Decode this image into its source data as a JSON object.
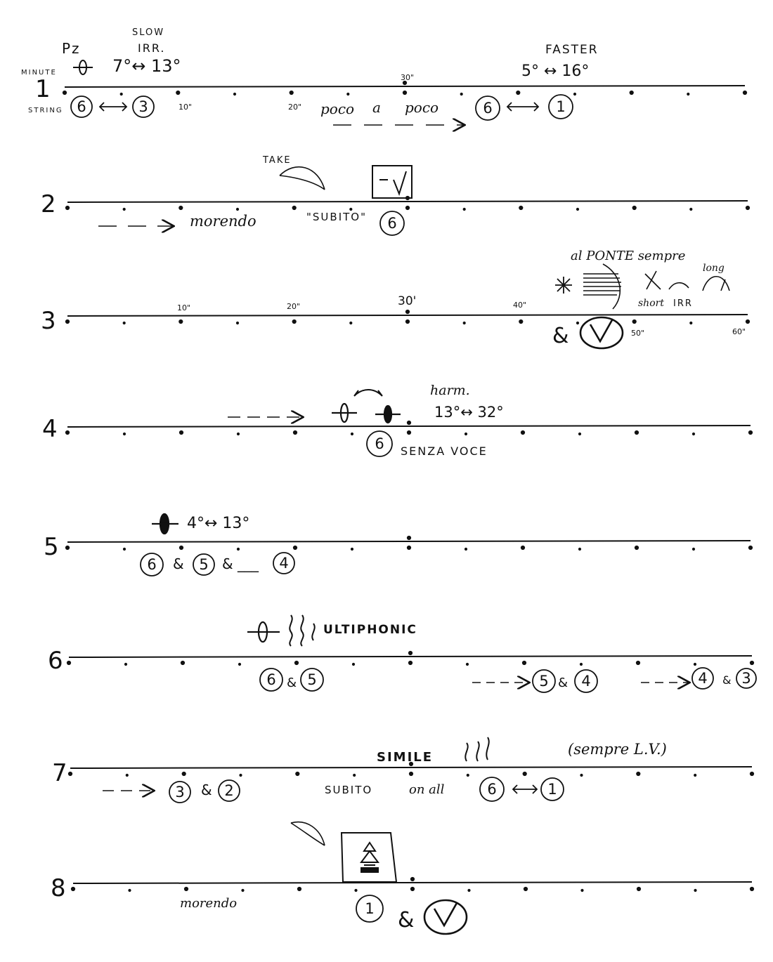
{
  "header": {
    "pz": "Pz",
    "slow": "SLOW",
    "irr": "IRR.",
    "minute": "MINUTE",
    "string": "STRING",
    "range_slow": "7°↔ 13°",
    "faster": "FASTER",
    "range_faster": "5° ↔ 16°"
  },
  "lines": [
    {
      "label": "1"
    },
    {
      "label": "2"
    },
    {
      "label": "3"
    },
    {
      "label": "4"
    },
    {
      "label": "5"
    },
    {
      "label": "6"
    },
    {
      "label": "7"
    },
    {
      "label": "8"
    }
  ],
  "time_marks": {
    "t10": "10\"",
    "t20": "20\"",
    "t30": "30\"",
    "t30b": "30'",
    "t40": "40\"",
    "t50": "50\"",
    "t60": "60\""
  },
  "line1": {
    "s6": "6",
    "s3": "3",
    "poco": "poco",
    "a": "a",
    "poco2": "poco",
    "s6b": "6",
    "s1": "1"
  },
  "line2": {
    "take": "TAKE",
    "morendo": "morendo",
    "subito": "\"SUBITO\"",
    "s6": "6"
  },
  "line3": {
    "al_ponte": "al PONTE sempre",
    "short": "short",
    "irr": "IRR",
    "long": "long",
    "amp": "&"
  },
  "line4": {
    "harm": "harm.",
    "range": "13°↔ 32°",
    "s6": "6",
    "senza": "SENZA VOCE"
  },
  "line5": {
    "range": "4°↔ 13°",
    "s6": "6",
    "s5": "5",
    "s4": "4",
    "amp": "&",
    "amp2": "& ___"
  },
  "line6": {
    "multiphonic": "ULTIPHONIC",
    "s6": "6",
    "s5": "5",
    "s5b": "5",
    "s4": "4",
    "s4b": "4",
    "s3": "3",
    "amp": "&"
  },
  "line7": {
    "simile": "SIMILE",
    "sempre": "(sempre L.V.)",
    "s3": "3",
    "s2": "2",
    "amp": "&",
    "subito": "SUBITO",
    "on_all": "on all",
    "s6": "6",
    "s1": "1"
  },
  "line8": {
    "morendo": "morendo",
    "s1": "1",
    "amp": "&"
  }
}
